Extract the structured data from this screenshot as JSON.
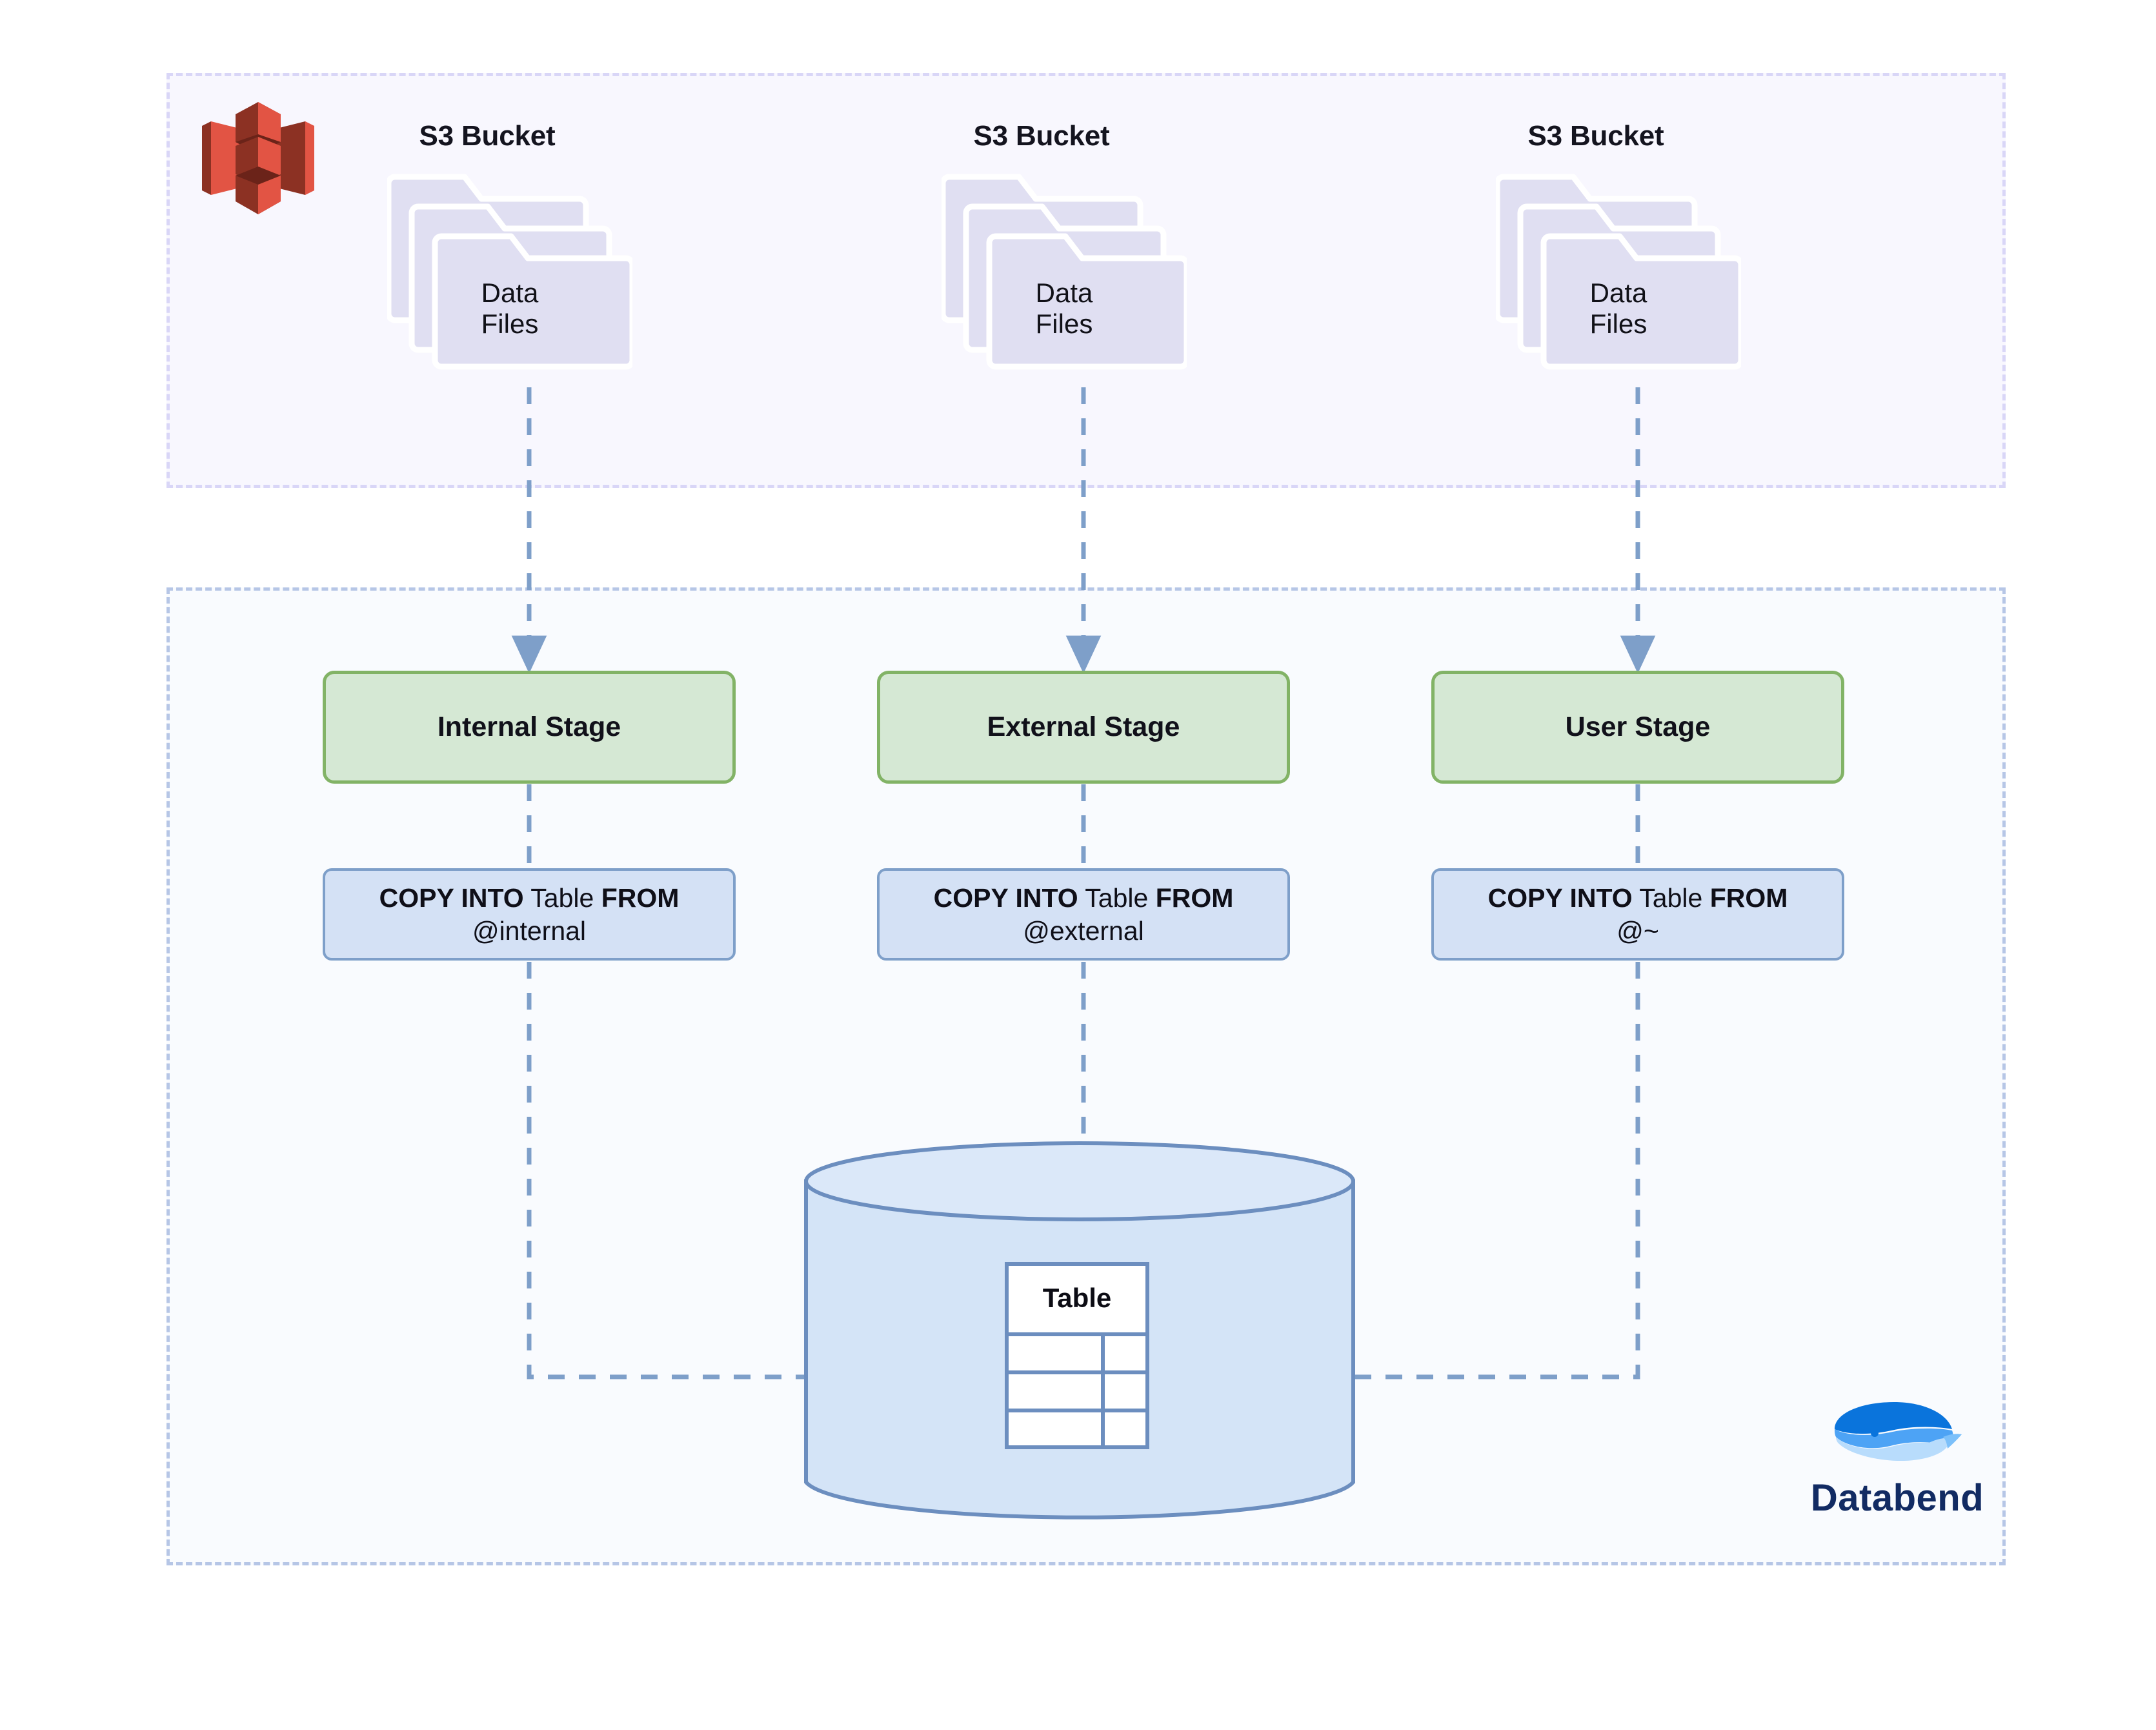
{
  "diagram": {
    "title": "Databend Stage to Table COPY INTO flow",
    "colors": {
      "s3_group_bg": "#f8f7fe",
      "s3_group_border": "#d9d6f7",
      "databend_group_bg": "#f9fbfe",
      "databend_group_border": "#b6c6e6",
      "stage_fill": "#d5e8d4",
      "stage_border": "#82b366",
      "copy_fill": "#d4e1f5",
      "copy_border": "#7e9fc9",
      "folder_fill": "#e0dff2",
      "connector": "#7e9fc9",
      "cylinder_fill": "#d4e4f7",
      "cylinder_border": "#6c8ebf",
      "aws_red_light": "#e25444",
      "aws_red_dark": "#8c3123",
      "brand_navy": "#122b63"
    }
  },
  "s3_section": {
    "logo_name": "aws-s3-logo",
    "buckets": [
      {
        "title": "S3 Bucket",
        "files_line1": "Data",
        "files_line2": "Files"
      },
      {
        "title": "S3 Bucket",
        "files_line1": "Data",
        "files_line2": "Files"
      },
      {
        "title": "S3 Bucket",
        "files_line1": "Data",
        "files_line2": "Files"
      }
    ]
  },
  "databend_section": {
    "stages": [
      {
        "label": "Internal Stage"
      },
      {
        "label": "External Stage"
      },
      {
        "label": "User Stage"
      }
    ],
    "copy_statements": [
      {
        "kw1": "COPY INTO",
        "object": " Table ",
        "kw2": "FROM",
        "target": "@internal"
      },
      {
        "kw1": "COPY INTO",
        "object": " Table ",
        "kw2": "FROM",
        "target": "@external"
      },
      {
        "kw1": "COPY INTO",
        "object": " Table ",
        "kw2": "FROM",
        "target": "@~"
      }
    ],
    "storage": {
      "table_label": "Table",
      "table_rows": 3,
      "table_cols": 2
    },
    "brand": {
      "name": "Databend",
      "logo_name": "databend-whale-logo"
    }
  }
}
